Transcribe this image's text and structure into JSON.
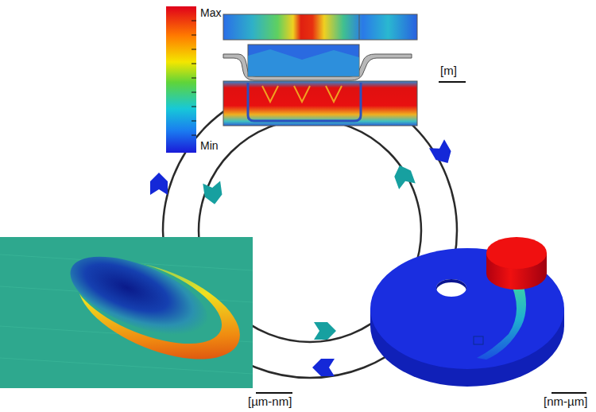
{
  "diagram": {
    "labels": [
      "Max",
      "Min",
      "[m]",
      "[µm-nm]",
      "[nm-µm]"
    ]
  }
}
